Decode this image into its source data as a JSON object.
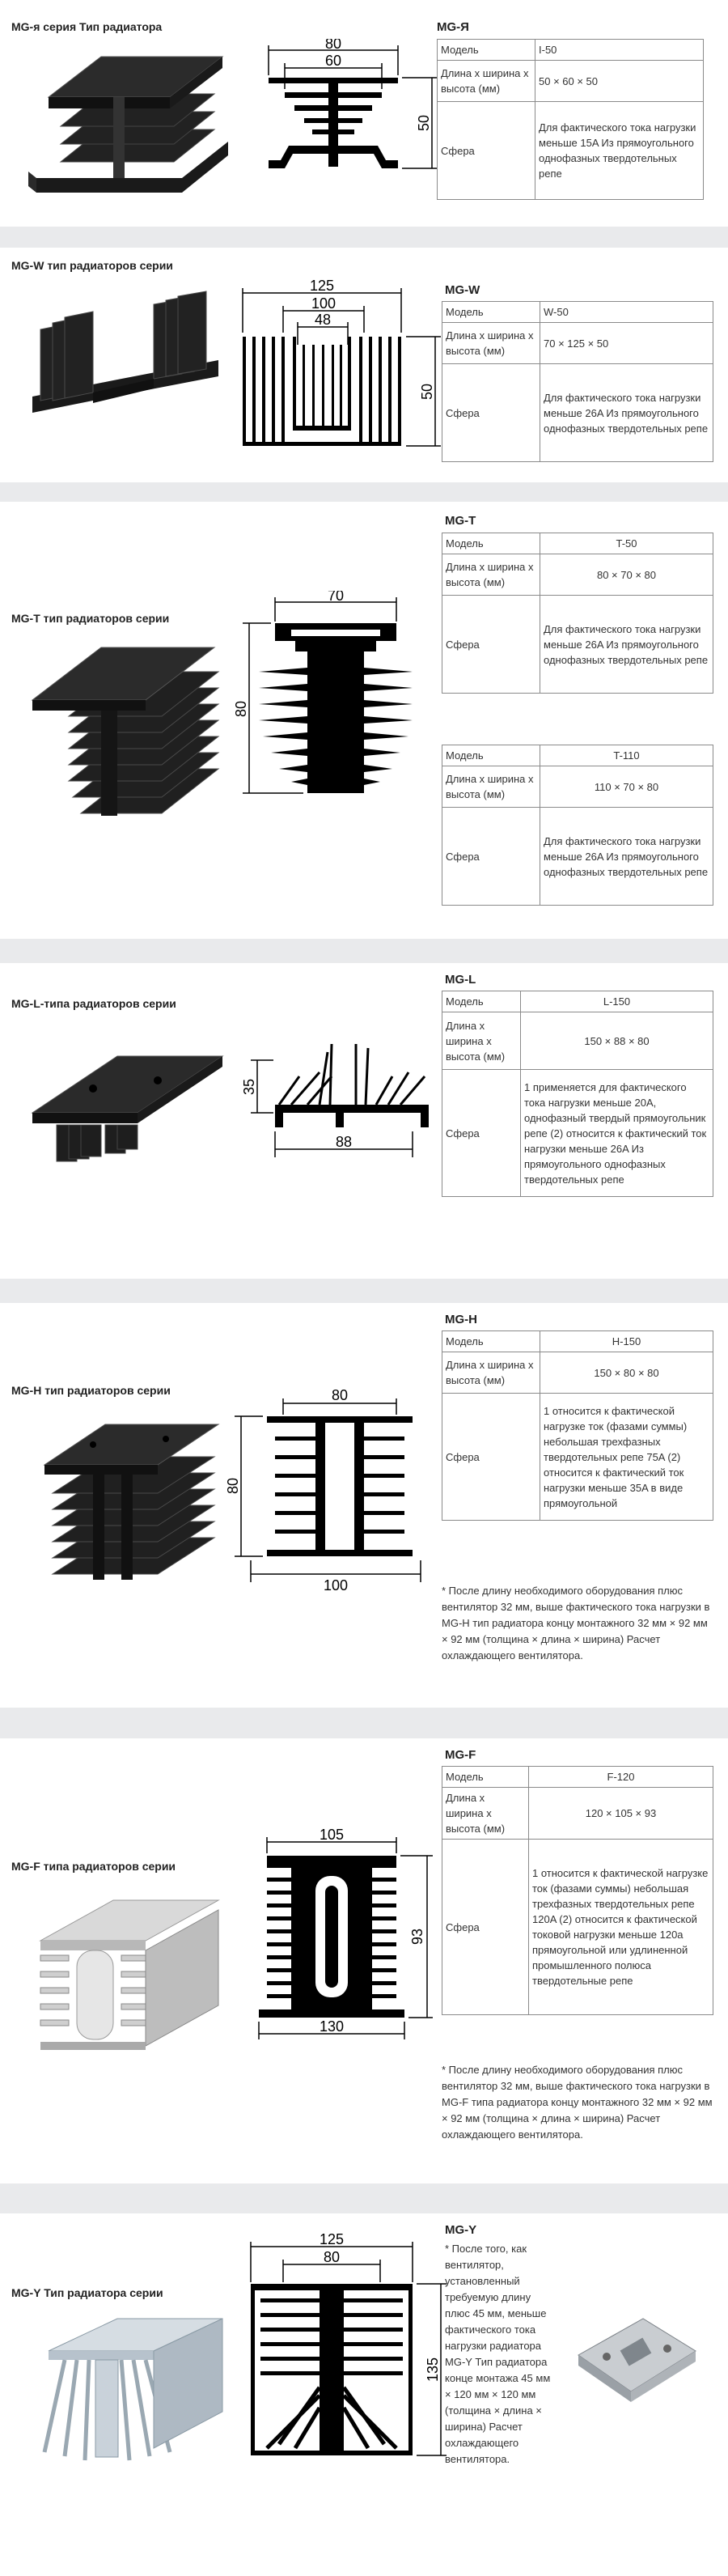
{
  "labels": {
    "model": "Модель",
    "dims": "Длина x ширина x высота (мм)",
    "scope": "Сфера"
  },
  "sections": {
    "ya": {
      "title": "MG-я серия Тип радиатора",
      "table_title": "MG-Я",
      "model": "I-50",
      "dims": "50 × 60 × 50",
      "scope": "Для фактического тока нагрузки меньше 15A Из прямоугольного однофазных твердотельных репе",
      "drawing": {
        "top": "80",
        "mid": "60",
        "side": "50"
      }
    },
    "w": {
      "title": "MG-W тип радиаторов серии",
      "table_title": "MG-W",
      "model": "W-50",
      "dims": "70 × 125 × 50",
      "scope": "Для фактического тока нагрузки меньше 26A Из прямоугольного однофазных твердотельных репе",
      "drawing": {
        "top": "125",
        "mid": "100",
        "inner": "48",
        "side": "50"
      }
    },
    "t": {
      "title": "MG-T тип радиаторов серии",
      "table_title": "MG-T",
      "models": [
        {
          "model": "T-50",
          "dims": "80 × 70 × 80",
          "scope": "Для фактического тока нагрузки меньше 26A Из прямоугольного однофазных твердотельных репе"
        },
        {
          "model": "T-110",
          "dims": "110 × 70 × 80",
          "scope": "Для фактического тока нагрузки меньше 26A Из прямоугольного однофазных твердотельных репе"
        }
      ],
      "drawing": {
        "top": "70",
        "side": "80"
      }
    },
    "l": {
      "title": "MG-L-типа радиаторов серии",
      "table_title": "MG-L",
      "model": "L-150",
      "dims": "150 × 88 × 80",
      "scope": "1 применяется для фактического тока нагрузки меньше 20A, однофазный твердый прямоугольник репе (2) относится к фактический ток нагрузки меньше 26A Из прямоугольного однофазных твердотельных репе",
      "drawing": {
        "bottom": "88",
        "side": "35"
      }
    },
    "h": {
      "title": "MG-H тип радиаторов серии",
      "table_title": "MG-H",
      "model": "H-150",
      "dims": "150 × 80 × 80",
      "scope": "1 относится к фактической нагрузке ток (фазами суммы) небольшая трехфазных твердотельных репе 75A (2) относится к фактический ток нагрузки меньше 35A в виде прямоугольной",
      "note": "* После длину необходимого оборудования плюс вентилятор 32 мм, выше фактического тока нагрузки в MG-H тип радиатора концу монтажного 32 мм × 92 мм × 92 мм (толщина × длина × ширина) Расчет охлаждающего вентилятора.",
      "drawing": {
        "top": "80",
        "bottom": "100",
        "side": "80"
      }
    },
    "f": {
      "title": "MG-F типа радиаторов серии",
      "table_title": "MG-F",
      "model": "F-120",
      "dims": "120 × 105 × 93",
      "scope": "1 относится к фактической нагрузке ток (фазами суммы) небольшая трехфазных твердотельных репе 120A (2) относится к фактической токовой нагрузки меньше 120a прямоугольной или удлиненной промышленного полюса твердотельные репе",
      "note": "* После длину необходимого оборудования плюс вентилятор 32 мм, выше фактического тока нагрузки в MG-F типа радиатора концу монтажного 32 мм × 92 мм × 92 мм (толщина × длина × ширина) Расчет охлаждающего вентилятора.",
      "drawing": {
        "top": "105",
        "bottom": "130",
        "side": "93"
      }
    },
    "y": {
      "title": "MG-Y Тип радиатора серии",
      "table_title": "MG-Y",
      "note": "* После того, как вентилятор, установленный требуемую длину плюс 45 мм, меньше фактического тока нагрузки радиатора MG-Y Тип радиатора конце монтажа 45 мм × 120 мм × 120 мм (толщина × длина × ширина) Расчет охлаждающего вентилятора.",
      "drawing": {
        "top": "125",
        "mid": "80",
        "side": "135"
      }
    }
  }
}
